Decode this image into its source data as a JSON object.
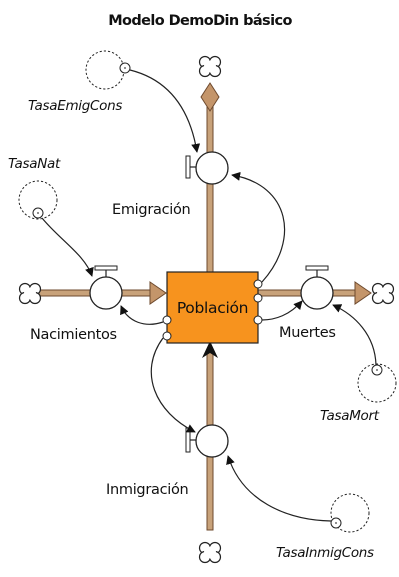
{
  "title": "Modelo DemoDin básico",
  "stock": {
    "label": "Población",
    "color": "#f7931e"
  },
  "flows": {
    "emigracion": "Emigración",
    "nacimientos": "Nacimientos",
    "muertes": "Muertes",
    "inmigracion": "Inmigración"
  },
  "parameters": {
    "tasa_emig_cons": "TasaEmigCons",
    "tasa_nat": "TasaNat",
    "tasa_mort": "TasaMort",
    "tasa_inmig_cons": "TasaInmigCons"
  },
  "colors": {
    "pipe": "#8b5e3c",
    "pipe_fill": "#c8a27a",
    "arrowhead": "#c4956a"
  }
}
